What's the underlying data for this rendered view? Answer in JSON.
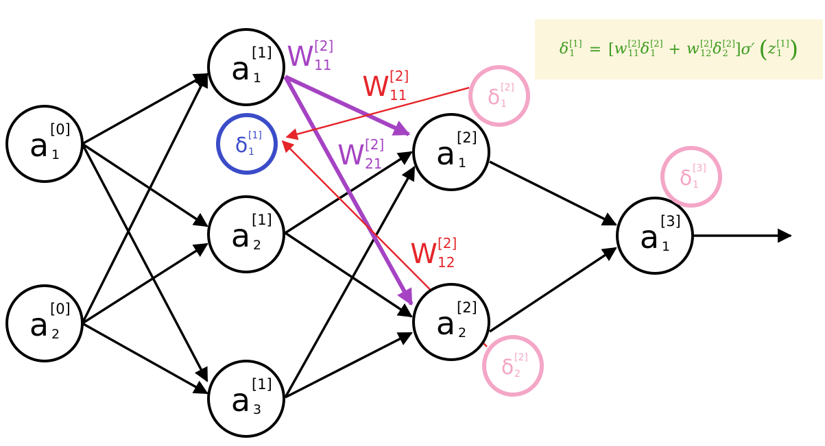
{
  "colors": {
    "edge": "#000000",
    "weight_purple": "#a543c3",
    "weight_red": "#e5252a",
    "delta_blue": "#3a4cc8",
    "delta_pink": "#f4a6c6",
    "formula_green": "#3c9a1e",
    "formula_bg": "#fbf6dc"
  },
  "nodes": [
    {
      "id": "a0_1",
      "base": "a",
      "sup": "[0]",
      "sub": "1"
    },
    {
      "id": "a0_2",
      "base": "a",
      "sup": "[0]",
      "sub": "2"
    },
    {
      "id": "a1_1",
      "base": "a",
      "sup": "[1]",
      "sub": "1"
    },
    {
      "id": "a1_2",
      "base": "a",
      "sup": "[1]",
      "sub": "2"
    },
    {
      "id": "a1_3",
      "base": "a",
      "sup": "[1]",
      "sub": "3"
    },
    {
      "id": "a2_1",
      "base": "a",
      "sup": "[2]",
      "sub": "1"
    },
    {
      "id": "a2_2",
      "base": "a",
      "sup": "[2]",
      "sub": "2"
    },
    {
      "id": "a3_1",
      "base": "a",
      "sup": "[3]",
      "sub": "1"
    }
  ],
  "deltas": [
    {
      "id": "d1_1",
      "base": "δ",
      "sup": "[1]",
      "sub": "1",
      "color": "blue"
    },
    {
      "id": "d2_1",
      "base": "δ",
      "sup": "[2]",
      "sub": "1",
      "color": "pink"
    },
    {
      "id": "d2_2",
      "base": "δ",
      "sup": "[2]",
      "sub": "2",
      "color": "pink"
    },
    {
      "id": "d3_1",
      "base": "δ",
      "sup": "[3]",
      "sub": "1",
      "color": "pink"
    }
  ],
  "weight_labels": [
    {
      "id": "w_purple_11",
      "base": "W",
      "sup": "[2]",
      "sub": "11",
      "color": "purple"
    },
    {
      "id": "w_purple_21",
      "base": "W",
      "sup": "[2]",
      "sub": "21",
      "color": "purple"
    },
    {
      "id": "w_red_11",
      "base": "W",
      "sup": "[2]",
      "sub": "11",
      "color": "red"
    },
    {
      "id": "w_red_12",
      "base": "W",
      "sup": "[2]",
      "sub": "12",
      "color": "red"
    }
  ],
  "formula": {
    "lhs": "δ",
    "lhs_sub": "1",
    "lhs_sup": "[1]",
    "eq": "=",
    "open": "[",
    "w1": "w",
    "w1_sub": "11",
    "w1_sup": "[2]",
    "d1": "δ",
    "d1_sub": "1",
    "d1_sup": "[2]",
    "plus": "+",
    "w2": "w",
    "w2_sub": "12",
    "w2_sup": "[2]",
    "d2": "δ",
    "d2_sub": "2",
    "d2_sup": "[2]",
    "close": "]",
    "sigma": "σ′",
    "lparen": "(",
    "z": "z",
    "z_sub": "1",
    "z_sup": "[1]",
    "rparen": ")"
  }
}
